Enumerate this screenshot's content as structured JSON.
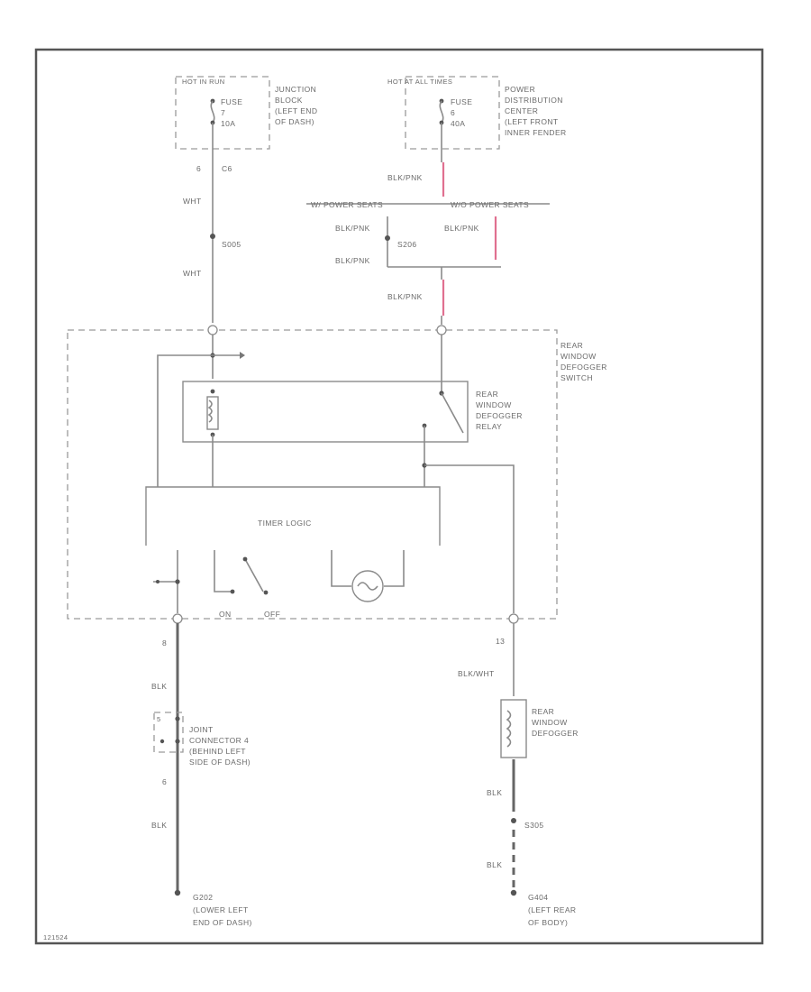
{
  "fuses": {
    "left": {
      "header": "HOT IN RUN",
      "fuse": "FUSE",
      "number": "7",
      "rating": "10A",
      "location": [
        "JUNCTION",
        "BLOCK",
        "(LEFT END",
        "OF DASH)"
      ]
    },
    "right": {
      "header": "HOT AT ALL TIMES",
      "fuse": "FUSE",
      "number": "6",
      "rating": "40A",
      "location": [
        "POWER",
        "DISTRIBUTION",
        "CENTER",
        "(LEFT FRONT",
        "INNER FENDER"
      ]
    }
  },
  "wires": {
    "left_pin": "6",
    "left_conn": "C6",
    "wht_1": "WHT",
    "splice_left": "S005",
    "wht_2": "WHT",
    "blk_pnk_1": "BLK/PNK",
    "power_seats_left": "W/ POWER SEATS",
    "power_seats_right": "W/O POWER SEATS",
    "blk_pnk_a": "BLK/PNK",
    "splice_mid": "S206",
    "blk_pnk_b": "BLK/PNK",
    "blk_pnk_c": "BLK/PNK",
    "blk_pnk_2": "BLK/PNK"
  },
  "switch": {
    "label": [
      "REAR",
      "WINDOW",
      "DEFOGGER",
      "SWITCH"
    ]
  },
  "relay": {
    "label": [
      "REAR",
      "WINDOW",
      "DEFOGGER",
      "RELAY"
    ]
  },
  "timer": {
    "label": "TIMER LOGIC",
    "on": "ON",
    "off": "OFF"
  },
  "left_lower": {
    "pin": "8",
    "wire1": "BLK",
    "joint_pin": "5",
    "joint": [
      "JOINT",
      "CONNECTOR 4",
      "(BEHIND LEFT",
      "SIDE OF DASH)"
    ],
    "pin2": "6",
    "wire2": "BLK",
    "ground": "G202",
    "ground_loc": [
      "(LOWER LEFT",
      "END OF DASH)"
    ]
  },
  "right_lower": {
    "pin": "13",
    "wire1": "BLK/WHT",
    "defogger": [
      "REAR",
      "WINDOW",
      "DEFOGGER"
    ],
    "wire2": "BLK",
    "splice": "S305",
    "wire3": "BLK",
    "ground": "G404",
    "ground_loc": [
      "(LEFT REAR",
      "OF BODY)"
    ]
  },
  "footer": {
    "code": "121524"
  }
}
